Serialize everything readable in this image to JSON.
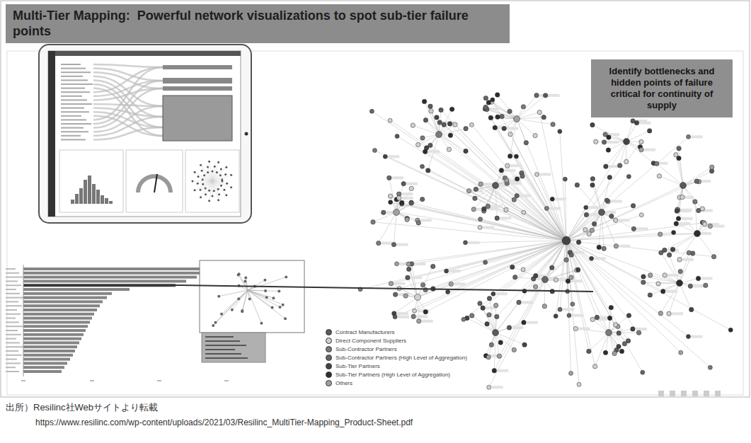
{
  "diagram": {
    "title": "Multi-Tier Mapping:  Powerful network visualizations to spot sub-tier failure points",
    "caption": "出所）Resilinc社Webサイトより転載",
    "nodes": [
      {
        "text": [
          "Identify bottlenecks and hidden points of failure critical for continuity of supply"
        ]
      }
    ],
    "labels": [
      "https://www.resilinc.com/wp-content/uploads/2021/03/Resilinc_MultiTier-Mapping_Product-Sheet.pdf"
    ],
    "legend": [
      {
        "text": "Contract Manufacturers",
        "color": "#5a5a5a"
      },
      {
        "text": "Direct Component Suppliers",
        "color": "#d0d0d0"
      },
      {
        "text": "Sub-Contractor Partners",
        "color": "#7a7a7a"
      },
      {
        "text": "Sub-Contractor Partners (High Level of Aggregation)",
        "color": "#666666"
      },
      {
        "text": "Sub-Tier Partners",
        "color": "#444444"
      },
      {
        "text": "Sub-Tier Partners (High Level of Aggregation)",
        "color": "#2e2e2e"
      },
      {
        "text": "Others",
        "color": "#a0a0a0"
      }
    ]
  }
}
